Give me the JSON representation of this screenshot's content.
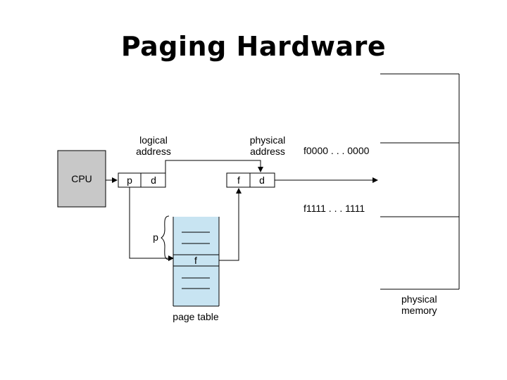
{
  "title": "Paging Hardware",
  "diagram": {
    "cpu_label": "CPU",
    "logical_address_label_line1": "logical",
    "logical_address_label_line2": "address",
    "physical_address_label_line1": "physical",
    "physical_address_label_line2": "address",
    "logical_p": "p",
    "logical_d": "d",
    "physical_f": "f",
    "physical_d": "d",
    "frame_start_address": "f0000 . . . 0000",
    "frame_end_address": "f1111 . . . 1111",
    "page_index_label": "p",
    "page_table_entry_f": "f",
    "page_table_label": "page table",
    "physical_memory_label_line1": "physical",
    "physical_memory_label_line2": "memory"
  },
  "colors": {
    "cpu_fill": "#c8c8c8",
    "page_table_fill": "#c8e4f2",
    "stroke": "#000000"
  }
}
